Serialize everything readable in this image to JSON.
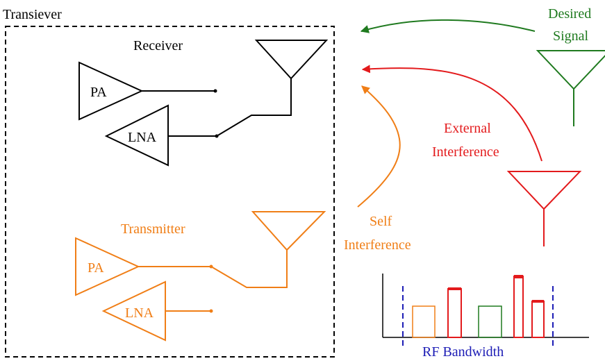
{
  "labels": {
    "transceiver": "Transiever",
    "receiver": "Receiver",
    "transmitter": "Transmitter",
    "rx_pa": "PA",
    "rx_lna": "LNA",
    "tx_pa": "PA",
    "tx_lna": "LNA",
    "desired_line1": "Desired",
    "desired_line2": "Signal",
    "external_line1": "External",
    "external_line2": "Interference",
    "self_line1": "Self",
    "self_line2": "Interference",
    "bandwidth": "RF Bandwidth"
  },
  "colors": {
    "receiver": "#000000",
    "transmitter": "#f07e16",
    "desired": "#1f7a1f",
    "external": "#e31a1c",
    "bandwidth": "#1c1cb5"
  }
}
